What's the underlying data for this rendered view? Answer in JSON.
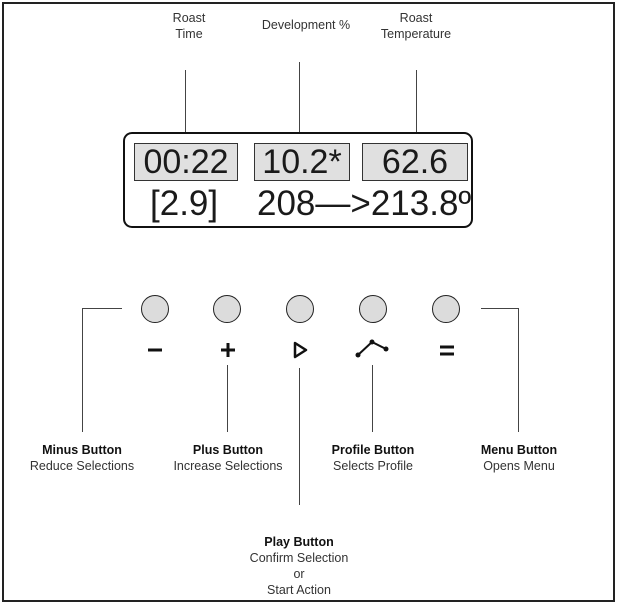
{
  "display": {
    "roast_time": "00:22",
    "development": "10.2*",
    "roast_temperature": "62.6",
    "row2_left": "[2.9]",
    "row2_right": "208—>213.8º"
  },
  "top_labels": {
    "roast_time": [
      "Roast",
      "Time"
    ],
    "development": "Development %",
    "roast_temperature": [
      "Roast",
      "Temperature"
    ]
  },
  "buttons": [
    {
      "symbol": "minus-icon",
      "title": "Minus Button",
      "description": "Reduce Selections"
    },
    {
      "symbol": "plus-icon",
      "title": "Plus Button",
      "description": "Increase Selections"
    },
    {
      "symbol": "play-icon",
      "title": "Play Button",
      "description": [
        "Confirm Selection",
        "or",
        "Start Action"
      ]
    },
    {
      "symbol": "profile-icon",
      "title": "Profile Button",
      "description": "Selects Profile"
    },
    {
      "symbol": "menu-icon",
      "title": "Menu Button",
      "description": "Opens Menu"
    }
  ]
}
